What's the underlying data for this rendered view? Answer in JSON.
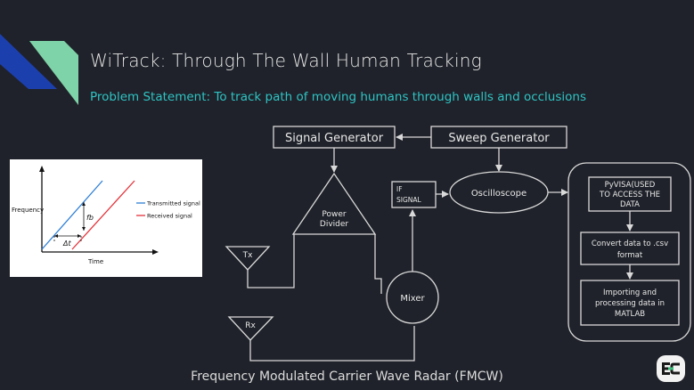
{
  "slide": {
    "title": "WiTrack:  Through The Wall Human Tracking",
    "subtitle": "Problem Statement: To track path of moving humans through walls and occlusions",
    "caption": "Frequency Modulated Carrier Wave Radar (FMCW)"
  },
  "diagram": {
    "signal_generator": "Signal Generator",
    "sweep_generator": "Sweep Generator",
    "power_divider": [
      "Power",
      "Divider"
    ],
    "tx": "Tx",
    "rx": "Rx",
    "mixer": "Mixer",
    "if_signal": [
      "IF",
      "SIGNAL"
    ],
    "oscilloscope": "Oscilloscope",
    "pyvisa": [
      "PyVISA(USED",
      "TO ACCESS THE",
      "DATA"
    ],
    "convert": [
      "Convert data to .csv",
      "format"
    ],
    "importing": [
      "Importing and",
      "processing data in",
      "MATLAB"
    ]
  },
  "inset_plot": {
    "ylabel": "Frequency",
    "xlabel": "Time",
    "legend": [
      "Transmitted signal",
      "Received signal"
    ],
    "delay_label": "Δt",
    "beat_label": "fb"
  },
  "colors": {
    "background": "#1f222a",
    "accent_teal": "#2ec4c4",
    "accent_blue": "#1c3fae",
    "accent_green": "#7fd3a8",
    "transmitted": "#2e7fd6",
    "received": "#e4333a"
  },
  "logo_icon": "ec-logo-icon"
}
